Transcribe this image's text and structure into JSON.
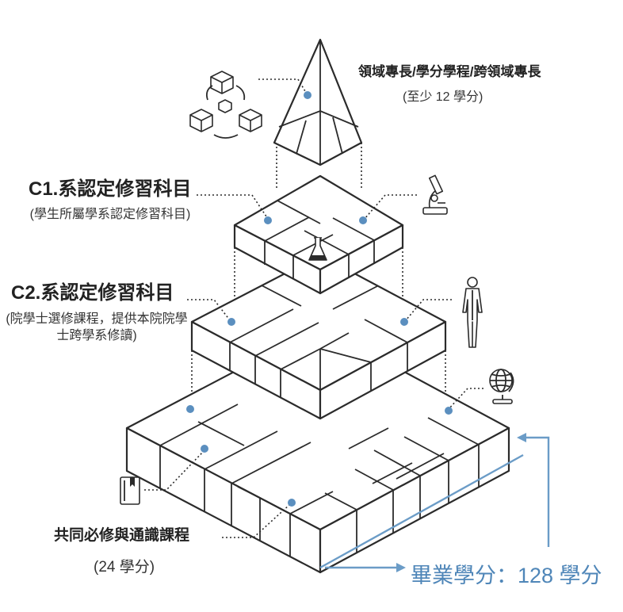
{
  "top_tier": {
    "title": "領域專長/學分學程/跨領域專長",
    "subtitle": "(至少 12 學分)"
  },
  "c1": {
    "title": "C1.系認定修習科目",
    "subtitle": "(學生所屬學系認定修習科目)"
  },
  "c2": {
    "title": "C2.系認定修習科目",
    "subtitle": "(院學士選修課程，提供本院院學士跨學系修讀)"
  },
  "base": {
    "title": "共同必修與通識課程",
    "subtitle": "(24 學分)"
  },
  "total": {
    "label": "畢業學分：128 學分"
  },
  "colors": {
    "line": "#2b2b2b",
    "dot": "#5b8fbf",
    "accent": "#6b9cc7",
    "text_accent": "#4f86b8"
  },
  "icons": [
    "cubes-network-icon",
    "microscope-icon",
    "flask-icon",
    "human-body-icon",
    "globe-icon",
    "book-icon"
  ]
}
